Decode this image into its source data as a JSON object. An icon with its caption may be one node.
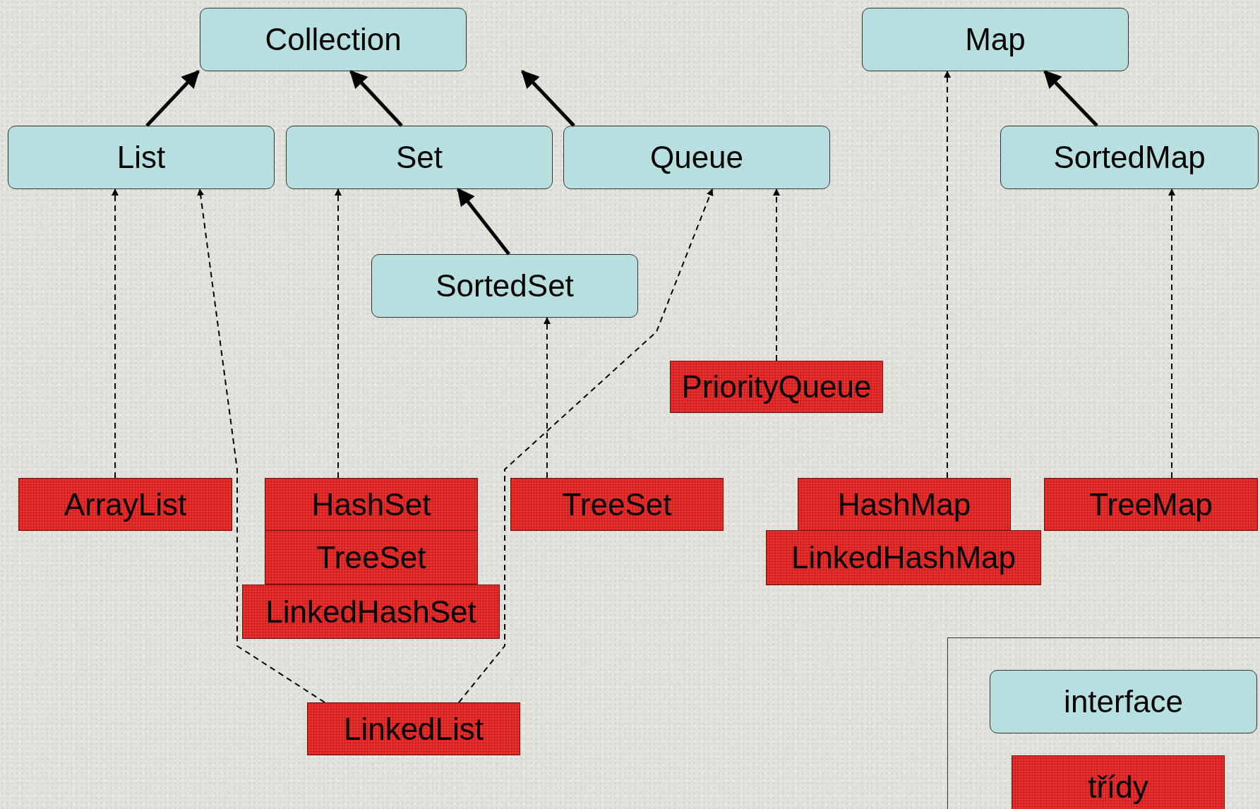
{
  "diagram": {
    "nodes": [
      {
        "text": [
          "Collection"
        ]
      },
      {
        "text": [
          "Map"
        ]
      },
      {
        "text": [
          "List"
        ]
      },
      {
        "text": [
          "Set"
        ]
      },
      {
        "text": [
          "Queue"
        ]
      },
      {
        "text": [
          "SortedMap"
        ]
      },
      {
        "text": [
          "SortedSet"
        ]
      },
      {
        "text": [
          "PriorityQueue"
        ]
      },
      {
        "text": [
          "ArrayList"
        ]
      },
      {
        "text": [
          "HashSet"
        ]
      },
      {
        "text": [
          "TreeSet"
        ]
      },
      {
        "text": [
          "LinkedHashSet"
        ]
      },
      {
        "text": [
          "TreeSet"
        ]
      },
      {
        "text": [
          "HashMap"
        ]
      },
      {
        "text": [
          "LinkedHashMap"
        ]
      },
      {
        "text": [
          "TreeMap"
        ]
      },
      {
        "text": [
          "LinkedList"
        ]
      }
    ],
    "edges": [
      {
        "from": 2,
        "to": 0,
        "arrow": "to",
        "style": "thick"
      },
      {
        "from": 3,
        "to": 0,
        "arrow": "to",
        "style": "thick"
      },
      {
        "from": 4,
        "to": 0,
        "arrow": "to",
        "style": "thick"
      },
      {
        "from": 6,
        "to": 3,
        "arrow": "to",
        "style": "thick"
      },
      {
        "from": 5,
        "to": 1,
        "arrow": "to",
        "style": "thick"
      },
      {
        "from": 8,
        "to": 2,
        "arrow": "to",
        "style": "dashed"
      },
      {
        "from": 9,
        "to": 3,
        "arrow": "to",
        "style": "dashed"
      },
      {
        "from": 16,
        "to": 2,
        "arrow": "to",
        "style": "dashed"
      },
      {
        "from": 12,
        "to": 6,
        "arrow": "to",
        "style": "dashed"
      },
      {
        "from": 16,
        "to": 4,
        "arrow": "to",
        "style": "dashed"
      },
      {
        "from": 7,
        "to": 4,
        "arrow": "to",
        "style": "dashed"
      },
      {
        "from": 13,
        "to": 1,
        "arrow": "to",
        "style": "dashed"
      },
      {
        "from": 15,
        "to": 5,
        "arrow": "to",
        "style": "dashed"
      }
    ],
    "legend": [
      {
        "text": "interface",
        "color": "#b8dfe0"
      },
      {
        "text": "třídy",
        "color": "#e8302f"
      }
    ]
  }
}
